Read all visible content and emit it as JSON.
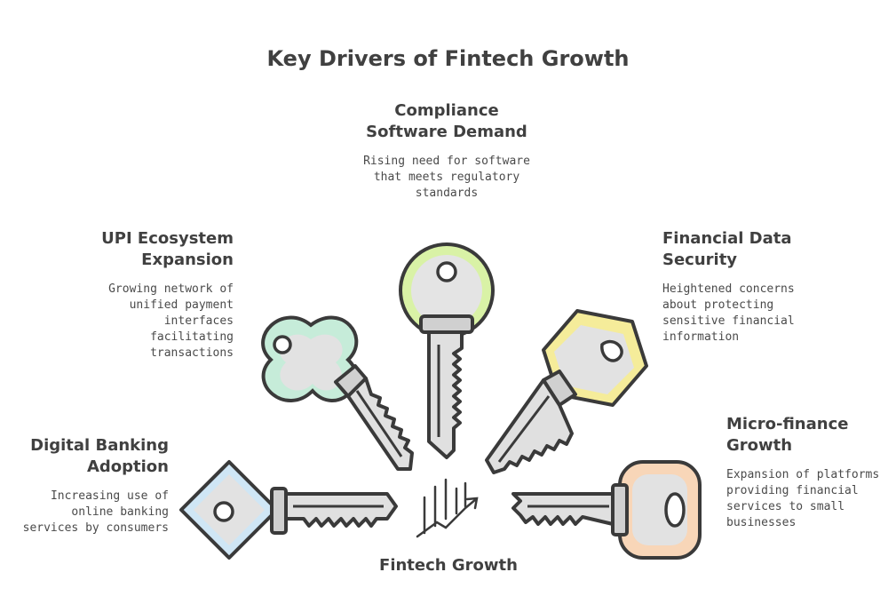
{
  "title": "Key Drivers of Fintech Growth",
  "center_label": "Fintech Growth",
  "drivers": [
    {
      "name": "Compliance Software Demand",
      "description": "Rising need for software that meets regulatory standards",
      "color": "#d9f2a6"
    },
    {
      "name": "UPI Ecosystem Expansion",
      "description": "Growing network of unified payment interfaces facilitating transactions",
      "color": "#c6ecd9"
    },
    {
      "name": "Financial Data Security",
      "description": "Heightened concerns about protecting sensitive financial information",
      "color": "#f5ec9a"
    },
    {
      "name": "Digital Banking Adoption",
      "description": "Increasing use of online banking services by consumers",
      "color": "#cfe6f5"
    },
    {
      "name": "Micro-finance Growth",
      "description": "Expansion of platforms providing financial services to small businesses",
      "color": "#f8d6b8"
    }
  ]
}
